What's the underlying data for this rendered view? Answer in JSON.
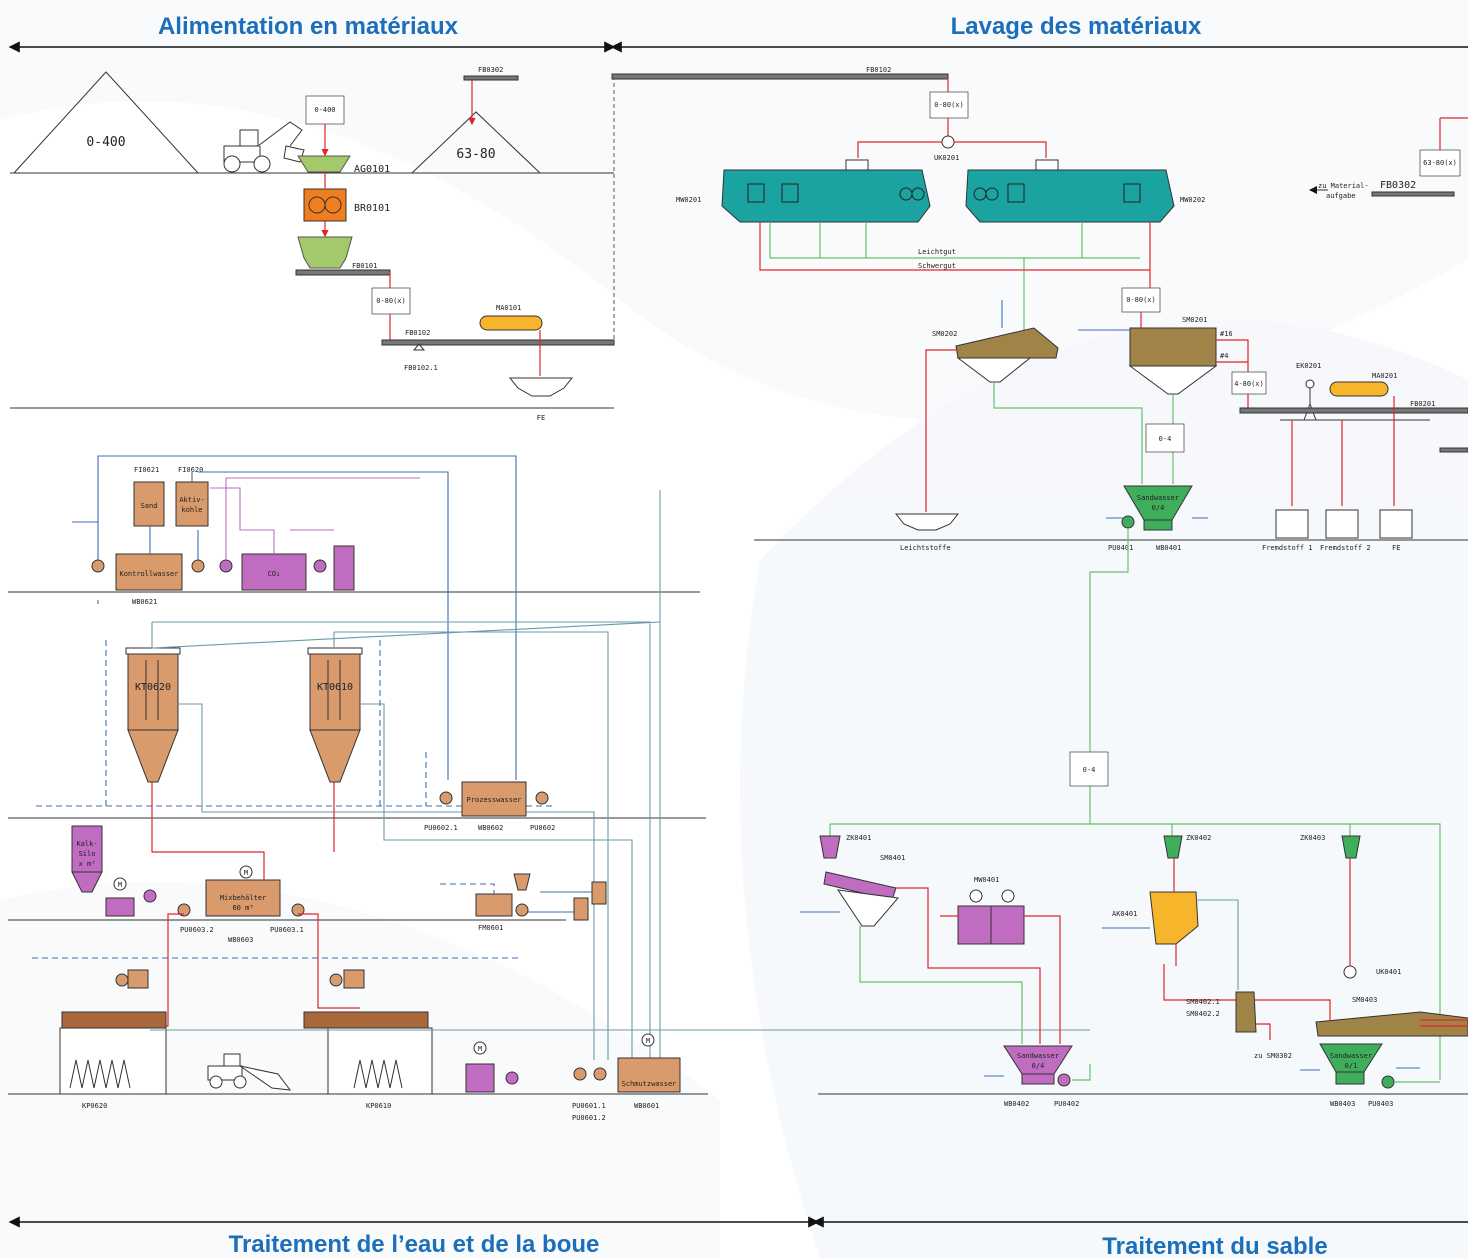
{
  "sections": {
    "top_left": "Alimentation en matériaux",
    "top_right": "Lavage des matériaux",
    "bottom_left": "Traitement de l’eau et de la boue",
    "bottom_right": "Traitement du sable"
  },
  "colors": {
    "title_blue": "#1c6fb8",
    "material_line": "#e0262a",
    "wash_line": "#6bc06b",
    "water_line": "#3a6fb5",
    "washer_teal": "#1aa3a0",
    "sludge_orange": "#d99a6c",
    "screen_brown": "#a08447",
    "purple": "#c06cc0",
    "feeder_green": "#a3c96a",
    "crusher_orange": "#f07e1e",
    "cyclone_green": "#3fae5a",
    "class_yellow": "#f7b52c"
  },
  "feed": {
    "pile_1": "0-400",
    "pile_2": "63-80",
    "range_1": "0-400",
    "range_2": "0-80(x)",
    "ag0101": "AG0101",
    "br0101": "BR0101",
    "fb0101": "FB0101",
    "fb0102": "FB0102",
    "fb0102_1": "FB0102.1",
    "ma0101": "MA0101",
    "fe": "FE",
    "fb0302_top": "FB0302"
  },
  "wash": {
    "fb0102": "FB0102",
    "range_080": "0-80(x)",
    "uk0201": "UK0201",
    "mw0201": "MW0201",
    "mw0202": "MW0202",
    "leichtgut": "Leichtgut",
    "schwergut": "Schwergut",
    "range_080b": "0-80(x)",
    "sm0202": "SM0202",
    "sm0201": "SM0201",
    "s16": "#16",
    "s4": "#4",
    "range_4_80": "4-80(x)",
    "range_04": "0-4",
    "ek0201": "EK0201",
    "ma0201": "MA0201",
    "fb0201": "FB0201",
    "range_63_80": "63-80(x)",
    "fb0302": "FB0302",
    "zu_material": "zu Material-",
    "aufgabe": "aufgabe",
    "sandwasser": "Sandwasser",
    "sand_04": "0/4",
    "leichtstoffe": "Leichtstoffe",
    "pu0401": "PU0401",
    "wb0401": "WB0401",
    "fremdstoff_1": "Fremdstoff 1",
    "fremdstoff_2": "Fremdstoff 2",
    "fe": "FE"
  },
  "water": {
    "fi0621": "FI0621",
    "fi0620": "FI0620",
    "sand": "Sand",
    "aktiv": "Aktiv-",
    "kohle": "kohle",
    "kontrollwasser": "Kontrollwasser",
    "co2": "CO₂",
    "wb0621": "WB0621",
    "kt0620": "KT0620",
    "kt0610": "KT0610",
    "prozesswasser": "Prozesswasser",
    "pu0602_1": "PU0602.1",
    "wb0602": "WB0602",
    "pu0602": "PU0602",
    "kalk": "Kalk-",
    "silo": "Silo",
    "silo_vol": "x m³",
    "mixbehaelter": "Mixbehälter",
    "mix_vol": "60 m³",
    "pu0603_2": "PU0603.2",
    "wb0603": "WB0603",
    "pu0603_1": "PU0603.1",
    "fm0601": "FM0601",
    "kp0620": "KP0620",
    "kp0610": "KP0610",
    "schmutzwasser": "Schmutzwasser",
    "pu0601_1": "PU0601.1",
    "pu0601_2": "PU0601.2",
    "wb0601": "WB0601",
    "m": "M"
  },
  "sand": {
    "range_04": "0-4",
    "zk0401": "ZK0401",
    "zk0402": "ZK0402",
    "zk0403": "ZK0403",
    "sm0401": "SM0401",
    "mw0401": "MW0401",
    "ak0401": "AK0401",
    "sm0402_1": "SM0402.1",
    "sm0402_2": "SM0402.2",
    "zu_sm0302": "zu SM0302",
    "uk0401": "UK0401",
    "sm0403": "SM0403",
    "sandwasser": "Sandwasser",
    "sand_04": "0/4",
    "sand_01": "0/1",
    "wb0402": "WB0402",
    "pu0402": "PU0402",
    "wb0403": "WB0403",
    "pu0403": "PU0403"
  }
}
